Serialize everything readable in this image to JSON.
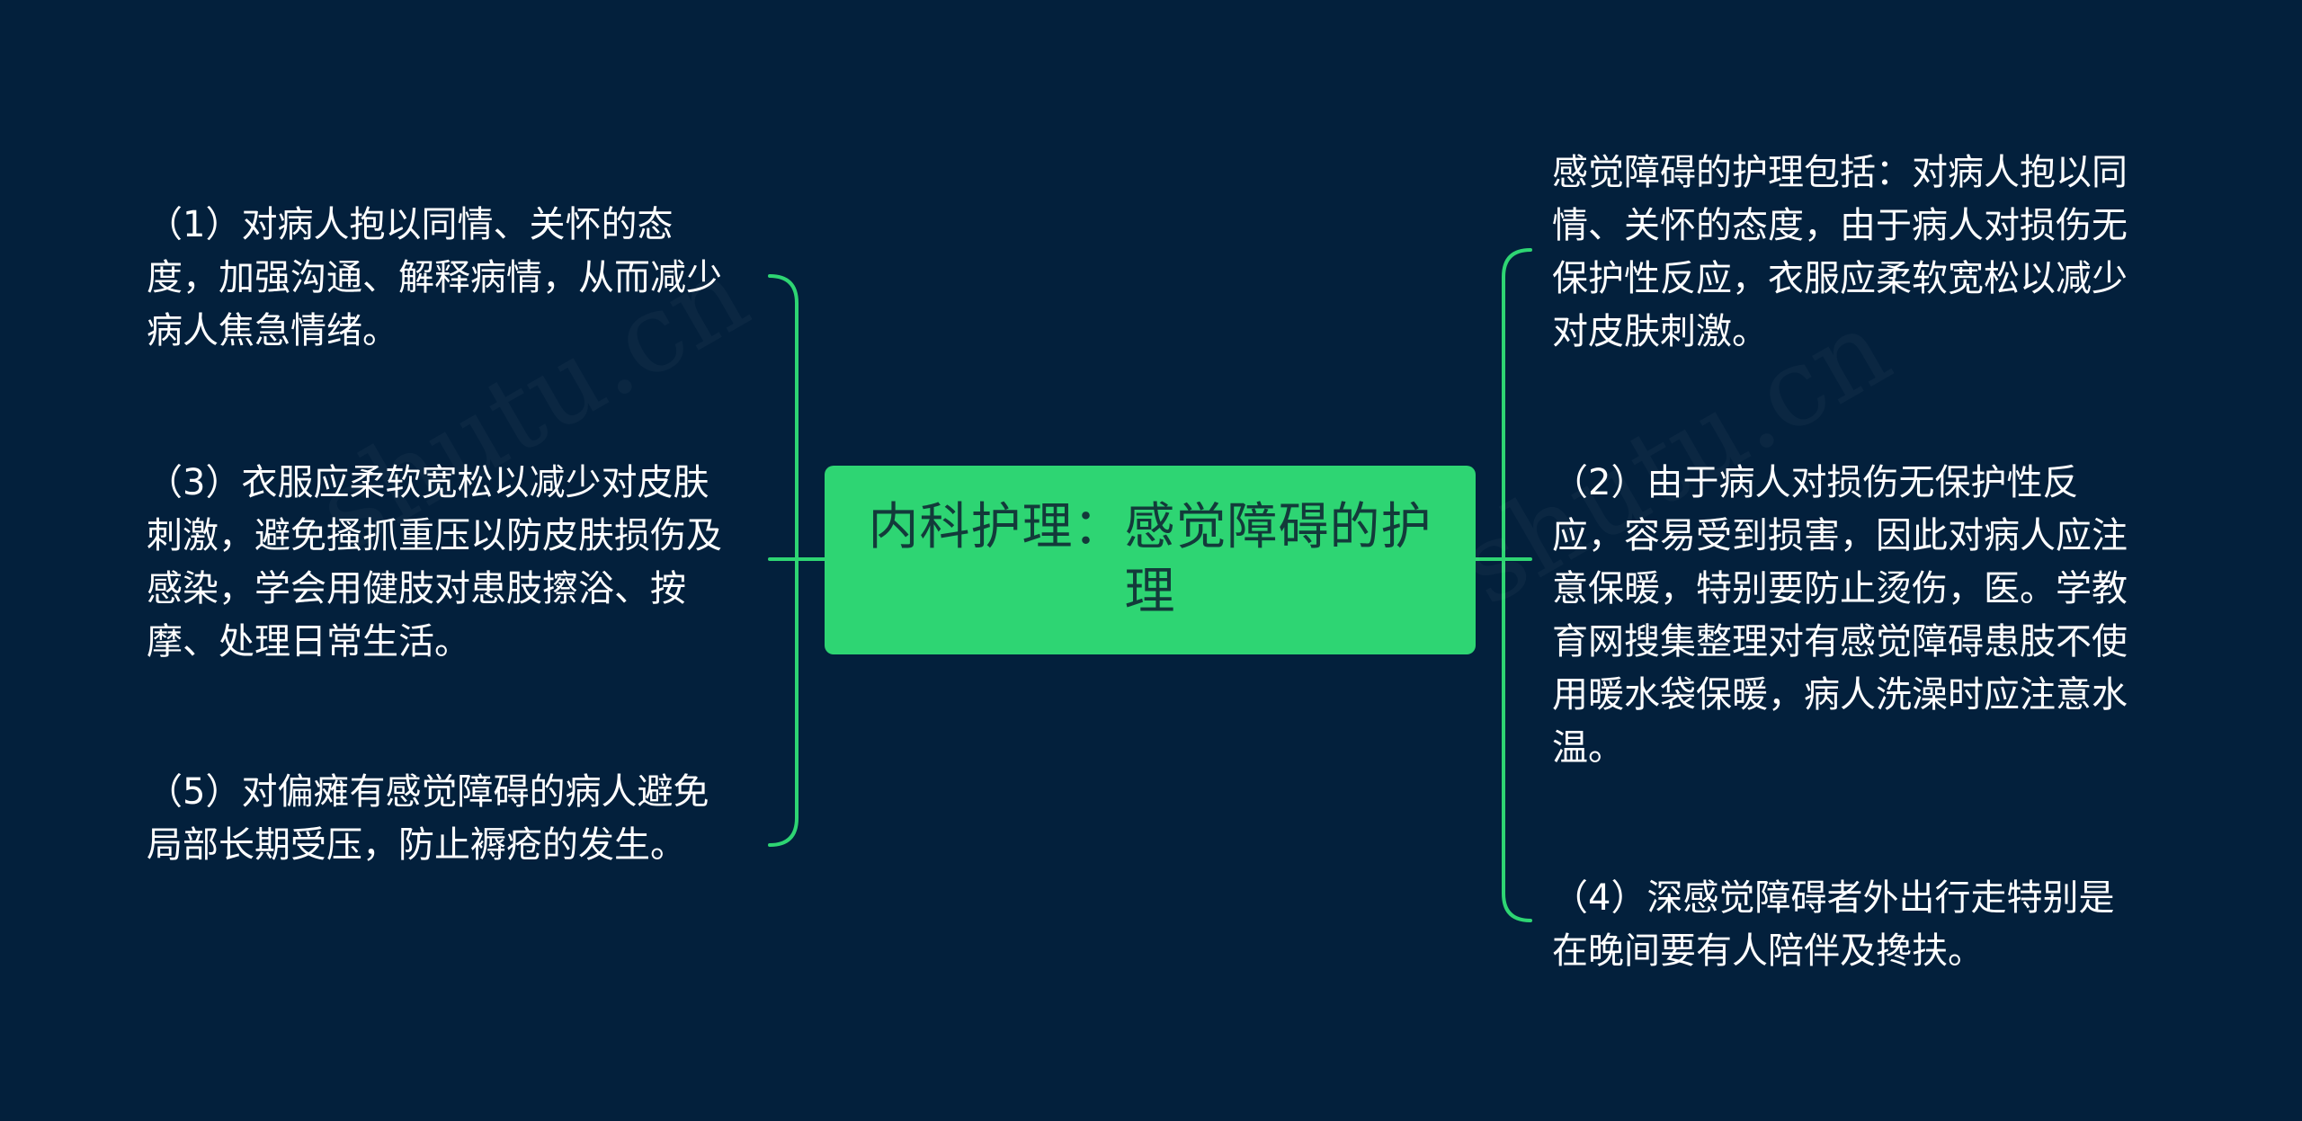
{
  "root": {
    "label": "内科护理：感觉障碍的护理"
  },
  "left_branches": [
    {
      "id": "leaf-1",
      "text": "（1）对病人抱以同情、关怀的态度，加强沟通、解释病情，从而减少病人焦急情绪。"
    },
    {
      "id": "leaf-3",
      "text": "（3）衣服应柔软宽松以减少对皮肤刺激，避免搔抓重压以防皮肤损伤及感染，学会用健肢对患肢擦浴、按摩、处理日常生活。"
    },
    {
      "id": "leaf-5",
      "text": "（5）对偏瘫有感觉障碍的病人避免局部长期受压，防止褥疮的发生。"
    }
  ],
  "right_branches": [
    {
      "id": "leaf-summary",
      "text": "感觉障碍的护理包括：对病人抱以同情、关怀的态度，由于病人对损伤无保护性反应，衣服应柔软宽松以减少对皮肤刺激。"
    },
    {
      "id": "leaf-2",
      "text": "（2）由于病人对损伤无保护性反应，容易受到损害，因此对病人应注意保暖，特别要防止烫伤，医。学教育网搜集整理对有感觉障碍患肢不使用暖水袋保暖，病人洗澡时应注意水温。"
    },
    {
      "id": "leaf-4",
      "text": "（4）深感觉障碍者外出行走特别是在晚间要有人陪伴及搀扶。"
    }
  ],
  "colors": {
    "background": "#03203c",
    "root_fill": "#2ed573",
    "root_text": "#133a3a",
    "connector": "#2ed573",
    "leaf_text": "#ffffff"
  }
}
